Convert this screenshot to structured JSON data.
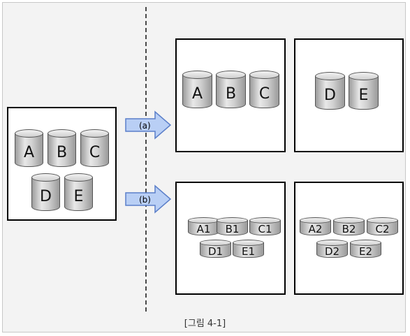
{
  "source_disks": [
    "A",
    "B",
    "C",
    "D",
    "E"
  ],
  "arrow_a_label": "(a)",
  "arrow_b_label": "(b)",
  "a_server1_disks": [
    "A",
    "B",
    "C"
  ],
  "a_server2_disks": [
    "D",
    "E"
  ],
  "b_server1_disks": [
    "A1",
    "B1",
    "C1",
    "D1",
    "E1"
  ],
  "b_server2_disks": [
    "A2",
    "B2",
    "C2",
    "D2",
    "E2"
  ],
  "caption": "[그림 4-1]",
  "colors": {
    "background": "#f3f3f3",
    "arrow_fill": "#b9cff5",
    "arrow_stroke": "#5b7fc9",
    "box_border": "#000000"
  }
}
